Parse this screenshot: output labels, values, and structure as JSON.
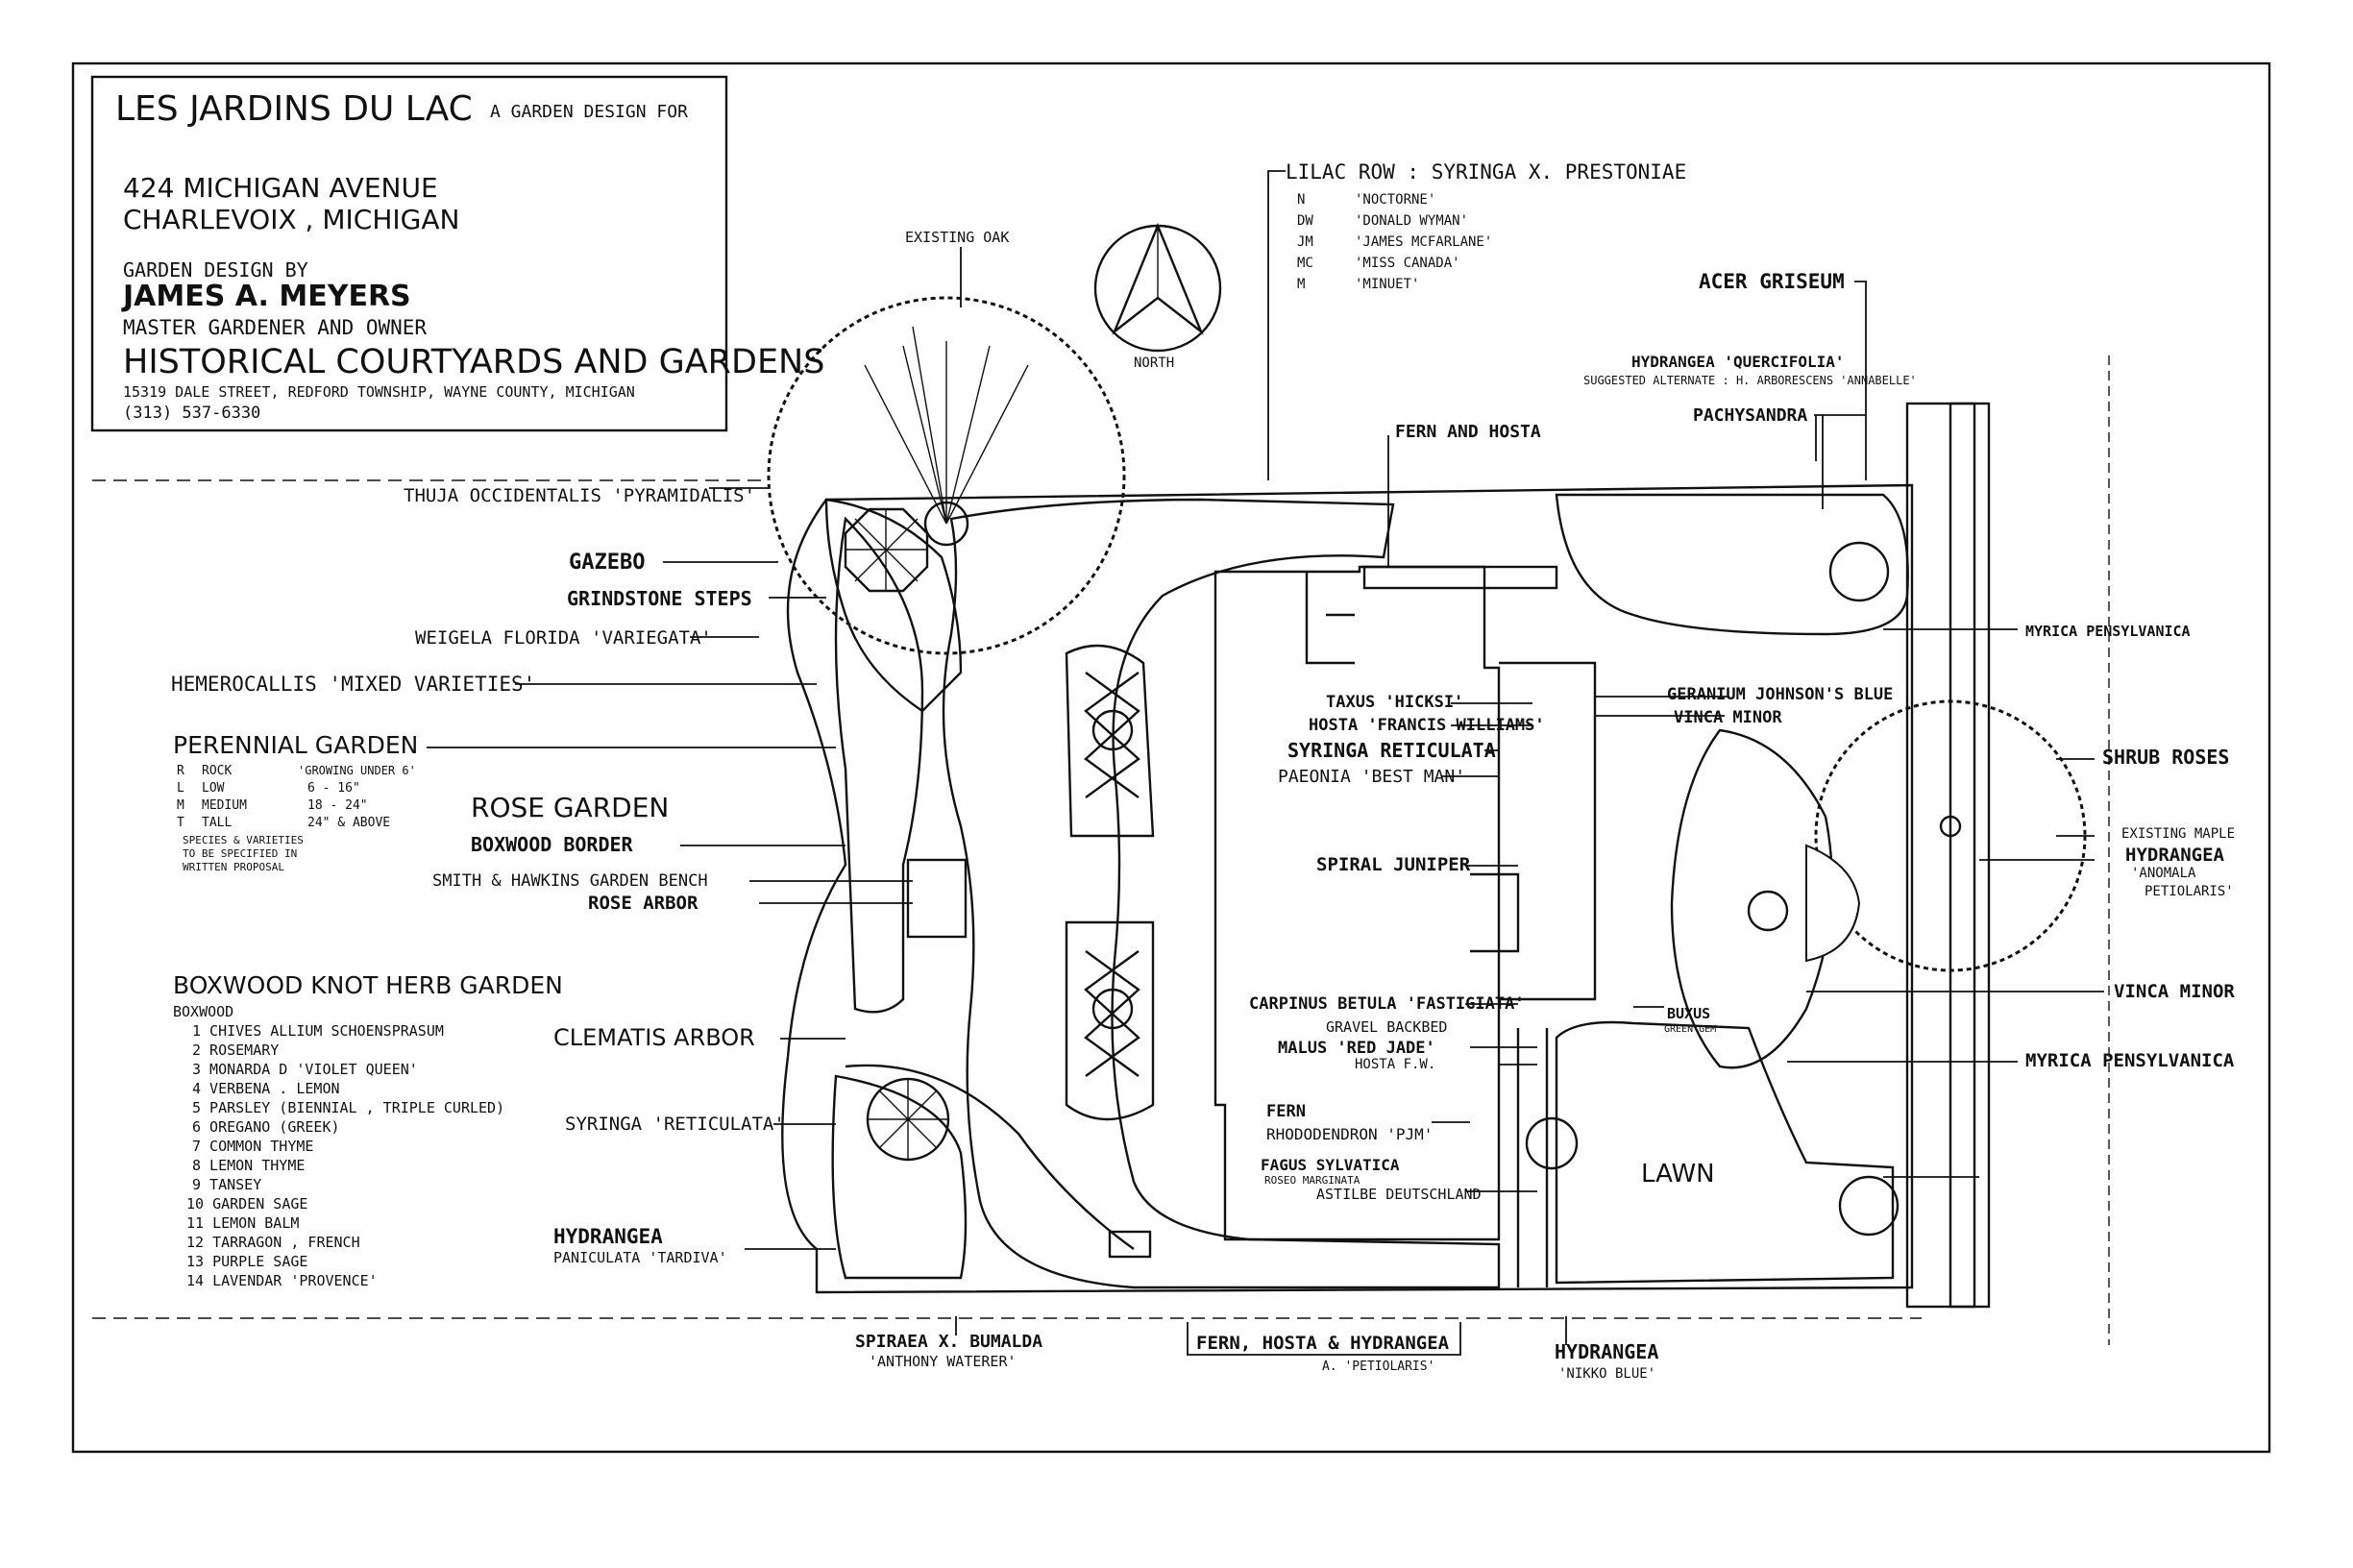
{
  "title_block": {
    "title": "LES JARDINS DU LAC",
    "subtitle": "A GARDEN DESIGN FOR",
    "address1": "424 MICHIGAN AVENUE",
    "address2": "CHARLEVOIX , MICHIGAN",
    "designer_intro": "GARDEN DESIGN BY",
    "designer": "JAMES A. MEYERS",
    "designer_role": "MASTER GARDENER and OWNER",
    "company": "HISTORICAL COURTYARDS AND GARDENS",
    "company_address": "15319 DALE STREET,   REDFORD TOWNSHIP,   WAYNE COUNTY, MICHIGAN",
    "phone": "(313)  537-6330"
  },
  "north": {
    "label": "NORTH"
  },
  "top_labels": {
    "existing_oak": "EXISTING OAK",
    "lilac_title": "LILAC ROW :  SYRINGA x. PRESTONIAE",
    "lilac_rows": [
      {
        "code": "N",
        "name": "'NOCTORNE'"
      },
      {
        "code": "DW",
        "name": "'DONALD WYMAN'"
      },
      {
        "code": "JM",
        "name": "'JAMES McFARLANE'"
      },
      {
        "code": "MC",
        "name": "'MISS CANADA'"
      },
      {
        "code": "M",
        "name": "'MINUET'"
      }
    ],
    "acer": "ACER GRISEUM",
    "hydrangea_q": "HYDRANGEA 'QUERCIFOLIA'",
    "hydrangea_alt": "SUGGESTED ALTERNATE : H. arborescens 'ANNABELLE'",
    "pachysandra": "PACHYSANDRA",
    "fern_hosta": "FERN and HOSTA"
  },
  "left_labels": {
    "thuja": "THUJA OCCIDENTALIS 'PYRAMIDALIS'",
    "gazebo": "GAZEBO",
    "grindstone": "GRINDSTONE STEPS",
    "weigela": "WEIGELA FLORIDA 'VARIEGATA'",
    "hemerocallis": "HEMEROCALLIS 'MIXED VARIETIES'",
    "rose_garden": "ROSE GARDEN",
    "boxwood_border": "BOXWOOD BORDER",
    "bench": "SMITH & HAWKINS  GARDEN BENCH",
    "rose_arbor": "ROSE ARBOR",
    "clematis": "CLEMATIS   ARBOR",
    "syringa_ret": "SYRINGA 'RETICULATA'",
    "hydrangea_p": "HYDRANGEA",
    "hydrangea_p2": "PANICULATA 'TARDIVA'"
  },
  "perennial": {
    "title": "PERENNIAL GARDEN",
    "rows": [
      {
        "code": "R",
        "name": "ROCK",
        "size": "'GROWING UNDER 6'"
      },
      {
        "code": "L",
        "name": "LOW",
        "size": "6 - 16\""
      },
      {
        "code": "M",
        "name": "MEDIUM",
        "size": "18 - 24\""
      },
      {
        "code": "T",
        "name": "TALL",
        "size": "24\" & ABOVE"
      }
    ],
    "note1": "SPECIES & VARIETIES",
    "note2": "TO BE SPECIFIED IN",
    "note3": "WRITTEN PROPOSAL"
  },
  "herb_garden": {
    "title": "BOXWOOD KNOT HERB GARDEN",
    "boxwood": "BOXWOOD",
    "items": [
      "1 CHIVES  ALLIUM SCHOENSPRASUM",
      "2 ROSEMARY",
      "3 MONARDA  d 'VIOLET QUEEN'",
      "4 VERBENA . LEMON",
      "5 PARSLEY  (BIENNIAL , TRIPLE CURLED)",
      "6 OREGANO  (GREEK)",
      "7 COMMON THYME",
      "8 LEMON THYME",
      "9 TANSEY",
      "10 GARDEN SAGE",
      "11 LEMON BALM",
      "12 TARRAGON , FRENCH",
      "13 PURPLE SAGE",
      "14 LAVENDAR  'PROVENCE'"
    ]
  },
  "house_labels": {
    "taxus": "TAXUS 'HICKSI'",
    "hosta": "HOSTA 'FRANCIS WILLIAMS'",
    "syringa_ret2": "SYRINGA  RETICULATA",
    "paeonia": "PAEONIA 'BEST MAN'",
    "spiral": "SPIRAL JUNIPER",
    "carpinus": "CARPINUS BETULA 'FASTIGIATA'",
    "gravel": "GRAVEL BACKBED",
    "malus": "MALUS 'RED JADE'",
    "hosta_fw": "HOSTA F.W.",
    "fern": "FERN",
    "rhodo": "RHODODENDRON 'PJM'",
    "fagus": "FAGUS SYLVATICA",
    "fagus2": "ROSEO MARGINATA",
    "astilbe": "ASTILBE DEUTSCHLAND",
    "lawn": "LAWN",
    "buxus": "BUXUS",
    "buxus2": "GREEN GEM"
  },
  "right_labels": {
    "geranium": "GERANIUM  JOHNSON'S BLUE",
    "vinca1": "VINCA MINOR",
    "myrica1": "MYRICA   PENSYLVANICA",
    "shrub_roses": "SHRUB ROSES",
    "existing_maple": "EXISTING MAPLE",
    "hydrangea_a": "HYDRANGEA",
    "hydrangea_a2": "'ANOMALA",
    "hydrangea_a3": "PETIOLARIS'",
    "vinca2": "VINCA MINOR",
    "myrica2": "MYRICA  PENSYLVANICA"
  },
  "bottom_labels": {
    "spiraea": "SPIRAEA x. BUMALDA",
    "spiraea2": "'ANTHONY WATERER'",
    "fern_hosta_hyd": "FERN, HOSTA & HYDRANGEA",
    "fern_hosta_hyd2": "A. 'PETIOLARIS'",
    "hydrangea_nb": "HYDRANGEA",
    "hydrangea_nb2": "'NIKKO BLUE'"
  }
}
